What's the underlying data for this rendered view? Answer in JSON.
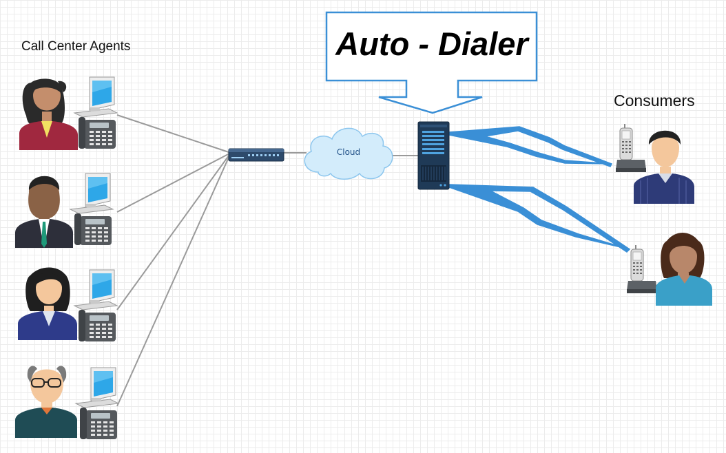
{
  "title": "Auto - Dialer",
  "agents_label": "Call Center Agents",
  "consumers_label": "Consumers",
  "cloud_label": "Cloud",
  "icons": [
    "agent-woman-red",
    "agent-man-suit",
    "agent-woman-blue",
    "agent-old-man-glasses",
    "computer-phone",
    "network-switch",
    "cloud",
    "server",
    "cordless-phone",
    "consumer-man",
    "consumer-woman",
    "lightning-link"
  ],
  "colors": {
    "link_blue": "#3a8fd6",
    "wire_gray": "#9a9a9a",
    "cloud_fill": "#d3ecfb",
    "cloud_stroke": "#8cc6ee"
  }
}
